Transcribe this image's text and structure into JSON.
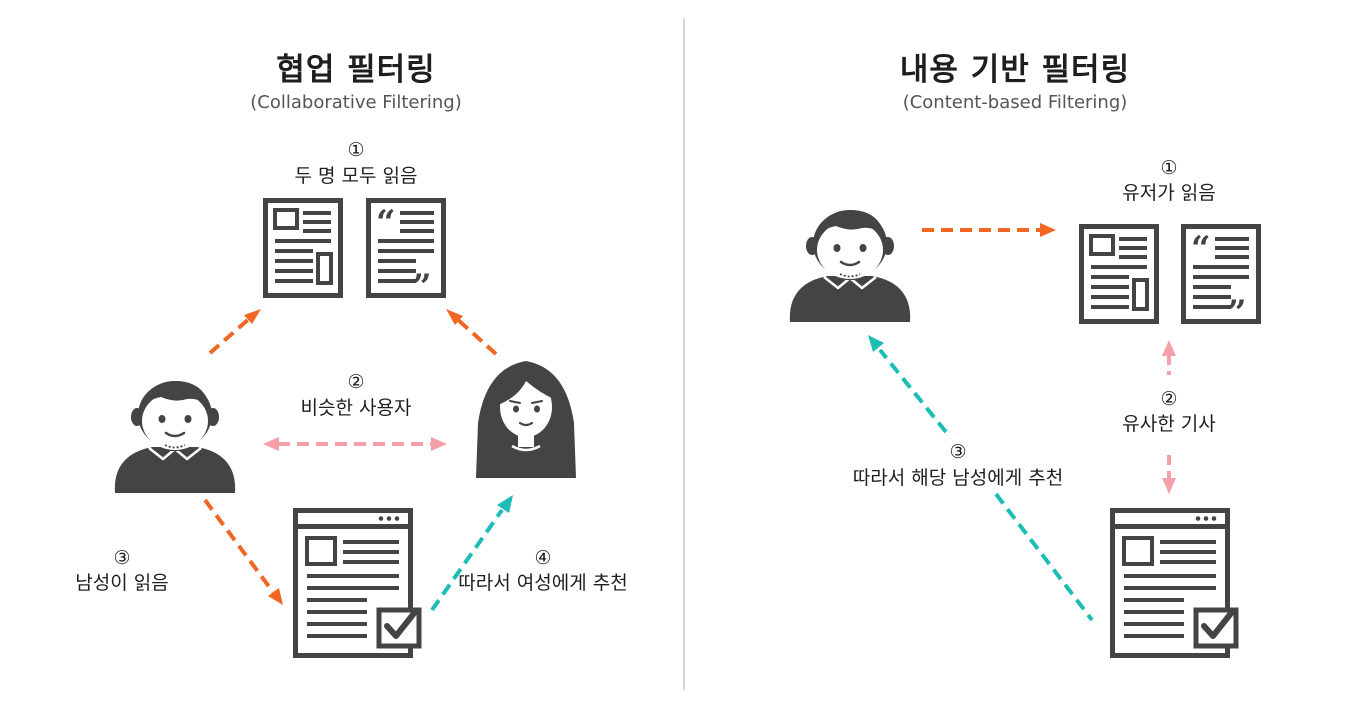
{
  "left": {
    "title": "협업 필터링",
    "subtitle": "(Collaborative Filtering)",
    "step1": {
      "num": "①",
      "text": "두 명 모두 읽음"
    },
    "step2": {
      "num": "②",
      "text": "비슷한 사용자"
    },
    "step3": {
      "num": "③",
      "text": "남성이 읽음"
    },
    "step4": {
      "num": "④",
      "text": "따라서 여성에게 추천"
    }
  },
  "right": {
    "title": "내용 기반 필터링",
    "subtitle": "(Content-based Filtering)",
    "step1": {
      "num": "①",
      "text": "유저가 읽음"
    },
    "step2": {
      "num": "②",
      "text": "유사한 기사"
    },
    "step3": {
      "num": "③",
      "text": "따라서 해당 남성에게 추천"
    }
  },
  "colors": {
    "orange_arrow": "#f26522",
    "pink_arrow": "#f5a0a8",
    "teal_arrow": "#1bbdb5",
    "icon": "#444444",
    "divider": "#d8d8d8"
  },
  "icons": [
    "man-icon",
    "woman-icon",
    "article-icon",
    "quote-article-icon",
    "webpage-check-icon"
  ]
}
